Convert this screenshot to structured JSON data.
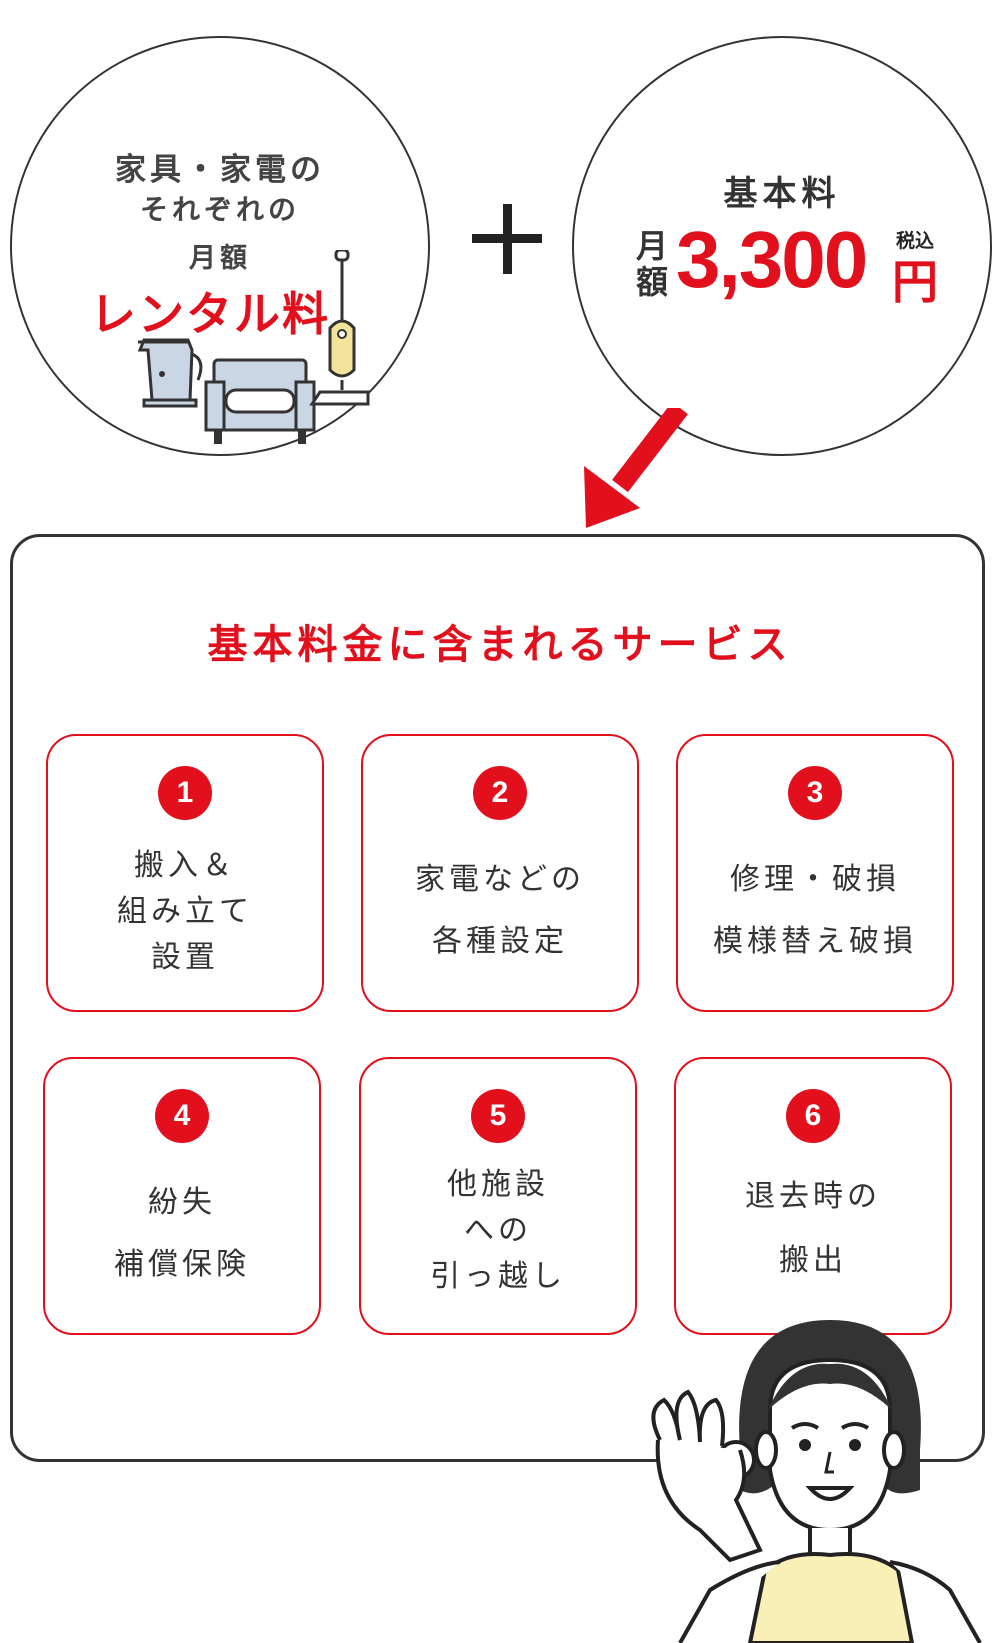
{
  "left_circle": {
    "line1": "家具・家電の",
    "line2": "それぞれの",
    "line3": "月額",
    "line4": "レンタル料"
  },
  "plus_symbol": "+",
  "right_circle": {
    "title": "基本料",
    "monthly": "月額",
    "price": "3,300",
    "tax": "税込",
    "yen": "円"
  },
  "services": {
    "title": "基本料金に含まれるサービス",
    "items": [
      {
        "number": "1",
        "lines": [
          "搬入＆",
          "組み立て",
          "設置"
        ]
      },
      {
        "number": "2",
        "lines": [
          "家電などの",
          "各種設定"
        ]
      },
      {
        "number": "3",
        "lines": [
          "修理・破損",
          "模様替え破損"
        ]
      },
      {
        "number": "4",
        "lines": [
          "紛失",
          "補償保険"
        ]
      },
      {
        "number": "5",
        "lines": [
          "他施設",
          "への",
          "引っ越し"
        ]
      },
      {
        "number": "6",
        "lines": [
          "退去時の",
          "搬出"
        ]
      }
    ]
  },
  "colors": {
    "accent": "#e2101d",
    "text": "#333333",
    "appliance_fill": "#cad6e3",
    "vacuum_fill": "#f4e39a",
    "shirt_fill": "#f8f0b6"
  }
}
